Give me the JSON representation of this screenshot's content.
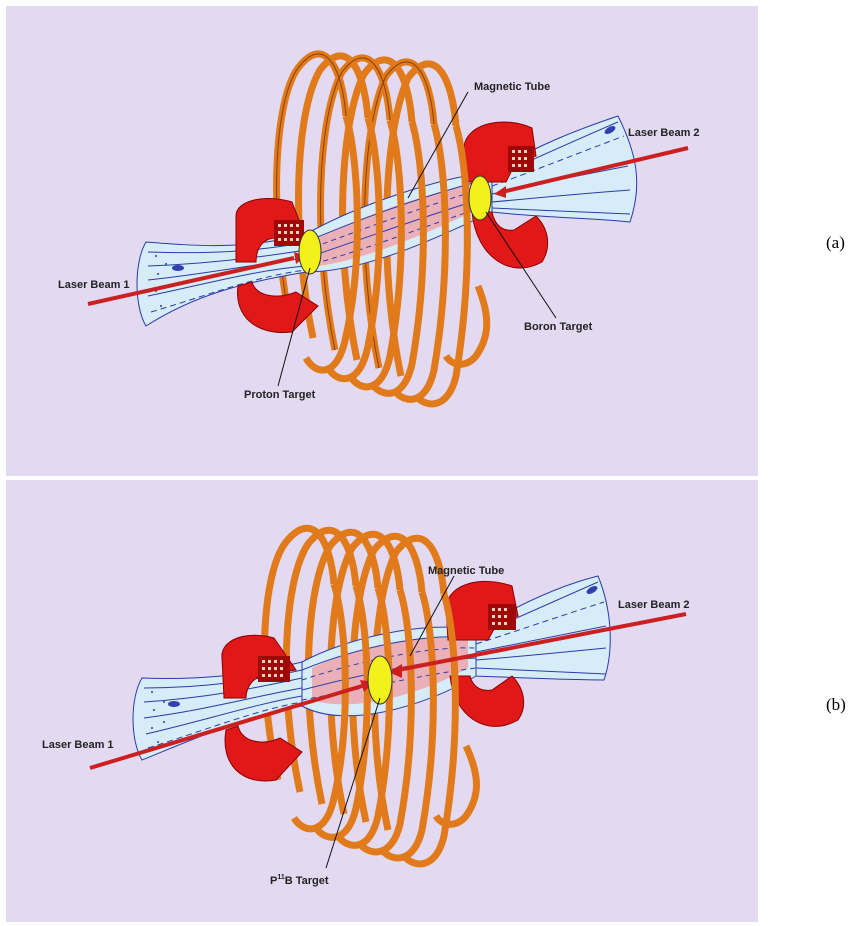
{
  "colors": {
    "background": "#e3daf1",
    "coil": "#e07a1a",
    "magnet": "#e01818",
    "laser": "#cc2020",
    "target": "#f2f21a",
    "plasma": "#f0a0a8",
    "field_cone": "#d6ecf8",
    "field_lines": "#2a3ca8"
  },
  "panels": [
    {
      "id": "a",
      "tag": "(a)",
      "labels": {
        "magnetic_tube": "Magnetic Tube",
        "laser_beam_1": "Laser Beam 1",
        "laser_beam_2": "Laser Beam 2",
        "target_left": "Proton Target",
        "target_right": "Boron Target"
      }
    },
    {
      "id": "b",
      "tag": "(b)",
      "labels": {
        "magnetic_tube": "Magnetic Tube",
        "laser_beam_1": "Laser Beam 1",
        "laser_beam_2": "Laser Beam 2",
        "target_center_prefix": "P",
        "target_center_superscript": "11",
        "target_center_suffix": "B Target"
      }
    }
  ]
}
